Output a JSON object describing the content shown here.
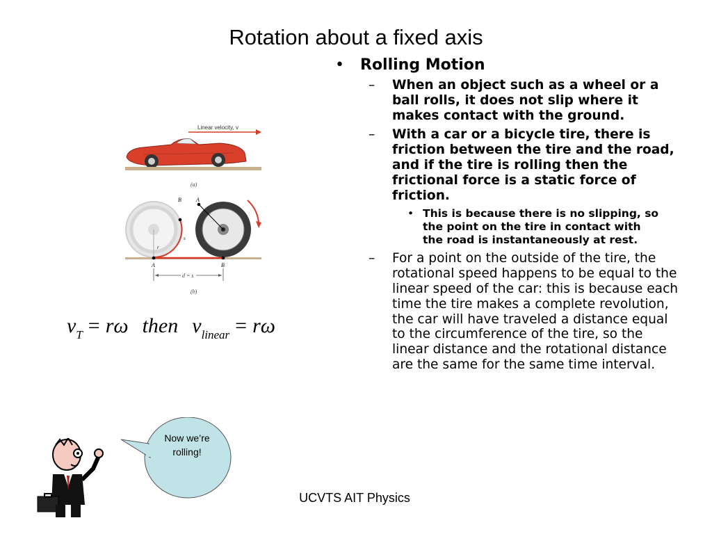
{
  "slide": {
    "title": "Rotation about a fixed axis",
    "footer": "UCVTS AIT Physics"
  },
  "content": {
    "heading": "Rolling Motion",
    "bullets": [
      "When an object such as a wheel or a ball rolls, it does not slip where it makes contact with the ground.",
      "With a car or a bicycle tire, there is friction between the tire and the road, and if the tire is rolling then the frictional force is a static force of friction."
    ],
    "sub_bullet": "This is because there is no slipping, so the point on the tire in contact with the road is instantaneously at rest.",
    "bullet_3": "For a point on the outside of the tire, the rotational speed happens to be equal to the linear speed of the car: this is because each time the tire makes a complete revolution, the car will have traveled a distance equal to the circumference of the tire, so the linear distance and the rotational distance are the same for the same time interval."
  },
  "figure": {
    "velocity_label": "Linear velocity, v",
    "label_a": "(a)",
    "label_b": "(b)",
    "point_a": "A",
    "point_b": "B",
    "label_s": "s",
    "label_r": "r",
    "label_d": "d = s"
  },
  "equation": {
    "v1": "v",
    "sub1": "T",
    "r_omega_1": "rω",
    "then": "then",
    "v2": "v",
    "sub2": "linear",
    "r_omega_2": "rω",
    "equals": "="
  },
  "bubble": {
    "text": "Now we’re rolling!"
  },
  "colors": {
    "bubble_fill": "#bfe3e6",
    "car_red": "#d8402b",
    "arrow_red": "#d63a2a",
    "road": "#c9b08e"
  }
}
